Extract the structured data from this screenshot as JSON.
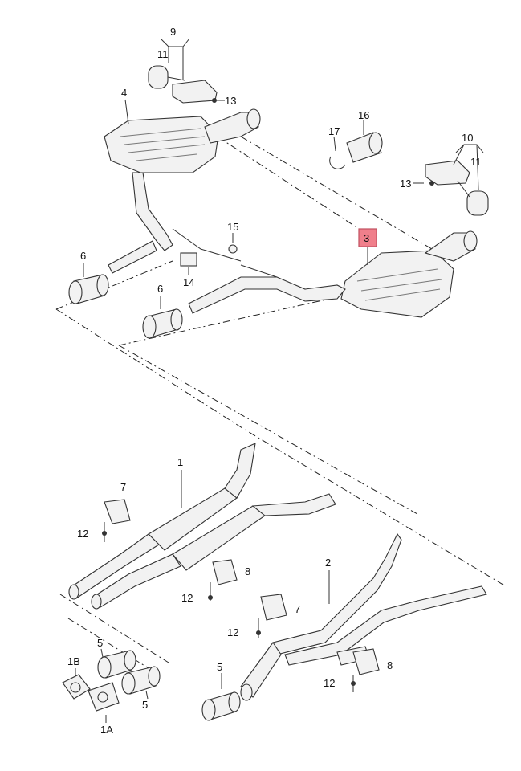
{
  "labels": {
    "l1": "1",
    "l1A": "1A",
    "l1B": "1B",
    "l2": "2",
    "l3": "3",
    "l4": "4",
    "l5a": "5",
    "l5b": "5",
    "l5c": "5",
    "l6a": "6",
    "l6b": "6",
    "l7a": "7",
    "l7b": "7",
    "l8a": "8",
    "l8b": "8",
    "l9": "9",
    "l10": "10",
    "l11a": "11",
    "l11b": "11",
    "l12a": "12",
    "l12b": "12",
    "l12c": "12",
    "l12d": "12",
    "l13a": "13",
    "l13b": "13",
    "l14": "14",
    "l15": "15",
    "l16": "16",
    "l17": "17"
  },
  "colors": {
    "highlight": "#f07f8b",
    "line": "#333333",
    "fill": "#f2f2f2"
  }
}
